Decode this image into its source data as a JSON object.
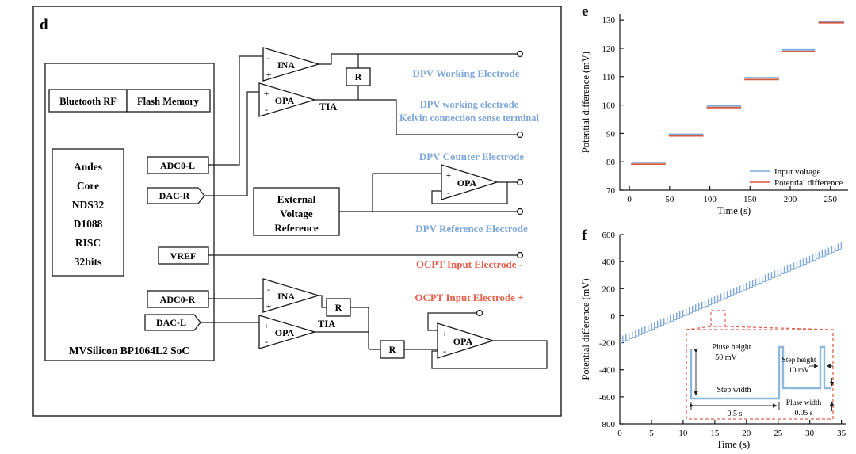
{
  "panels": {
    "d": "d",
    "e": "e",
    "f": "f"
  },
  "diagram": {
    "soc": {
      "bluetooth": "Bluetooth RF",
      "flash": "Flash Memory",
      "core_lines": [
        "Andes",
        "Core",
        "NDS32",
        "D1088",
        "RISC",
        "32bits"
      ],
      "name": "MVSilicon BP1064L2 SoC",
      "ports": [
        "ADC0-L",
        "DAC-R",
        "VREF",
        "ADC0-R",
        "DAC-L"
      ]
    },
    "amps": {
      "ina": "INA",
      "opa": "OPA",
      "tia": "TIA",
      "r": "R",
      "plus": "+",
      "minus": "-"
    },
    "ext_ref_lines": [
      "External",
      "Voltage",
      "Reference"
    ],
    "electrodes": {
      "dpv_working": "DPV Working Electrode",
      "kelvin_line1": "DPV working electrode",
      "kelvin_line2": "Kelvin connection sense terminal",
      "dpv_counter": "DPV Counter Electrode",
      "dpv_reference": "DPV Reference Electrode",
      "ocpt_minus": "OCPT Input Electrode -",
      "ocpt_plus": "OCPT Input Electrode +"
    },
    "colors": {
      "dpv": "#7da7d9",
      "ocpt": "#e8604c"
    }
  },
  "chart_data": [
    {
      "id": "e",
      "type": "line",
      "title": "",
      "xlabel": "Time (s)",
      "ylabel": "Potential difference (mV)",
      "xlim": [
        -12,
        272
      ],
      "ylim": [
        70,
        132
      ],
      "xticks": [
        0,
        50,
        100,
        150,
        200,
        250
      ],
      "yticks": [
        70,
        80,
        90,
        100,
        110,
        120,
        130
      ],
      "legend": [
        {
          "label": "Input voltage",
          "color": "#7da7d9"
        },
        {
          "label": "Potential difference",
          "color": "#d4593e"
        }
      ],
      "series": [
        {
          "name": "Input voltage",
          "color": "#7da7d9",
          "segments": [
            [
              2,
              45,
              79.8
            ],
            [
              49,
              92,
              89.7
            ],
            [
              96,
              139,
              99.7
            ],
            [
              143,
              186,
              109.6
            ],
            [
              190,
              231,
              119.5
            ],
            [
              235,
              267,
              129.4
            ]
          ]
        },
        {
          "name": "Potential difference",
          "color": "#d4593e",
          "segments": [
            [
              2,
              45,
              79.2
            ],
            [
              49,
              92,
              89.1
            ],
            [
              96,
              139,
              99.1
            ],
            [
              143,
              186,
              109.0
            ],
            [
              190,
              231,
              118.9
            ],
            [
              235,
              267,
              129.0
            ]
          ]
        }
      ]
    },
    {
      "id": "f",
      "type": "line",
      "title": "",
      "xlabel": "Time (s)",
      "ylabel": "Potential difference (mV)",
      "xlim": [
        0,
        35.8
      ],
      "ylim": [
        -800,
        600
      ],
      "xticks": [
        0,
        5,
        10,
        15,
        20,
        25,
        30,
        35
      ],
      "yticks": [
        -800,
        -600,
        -400,
        -200,
        0,
        200,
        400,
        600
      ],
      "waveform": {
        "kind": "dpv_staircase",
        "color": "#7da7d9",
        "start_mV": -200,
        "end_mV": 500,
        "steps": 70,
        "step_height_mV": 10,
        "step_width_s": 0.5,
        "pulse_height_mV": 50,
        "pulse_width_s": 0.05
      },
      "inset": {
        "pulse_height_label": "Pluse height",
        "pulse_height_value": "50 mV",
        "step_width_label": "Step width",
        "step_width_value": "0.5 s",
        "step_height_label": "Step height",
        "step_height_value": "10 mV",
        "pulse_width_label": "Pluse width",
        "pulse_width_value": "0.05 s",
        "box_color": "#e06050"
      }
    }
  ]
}
